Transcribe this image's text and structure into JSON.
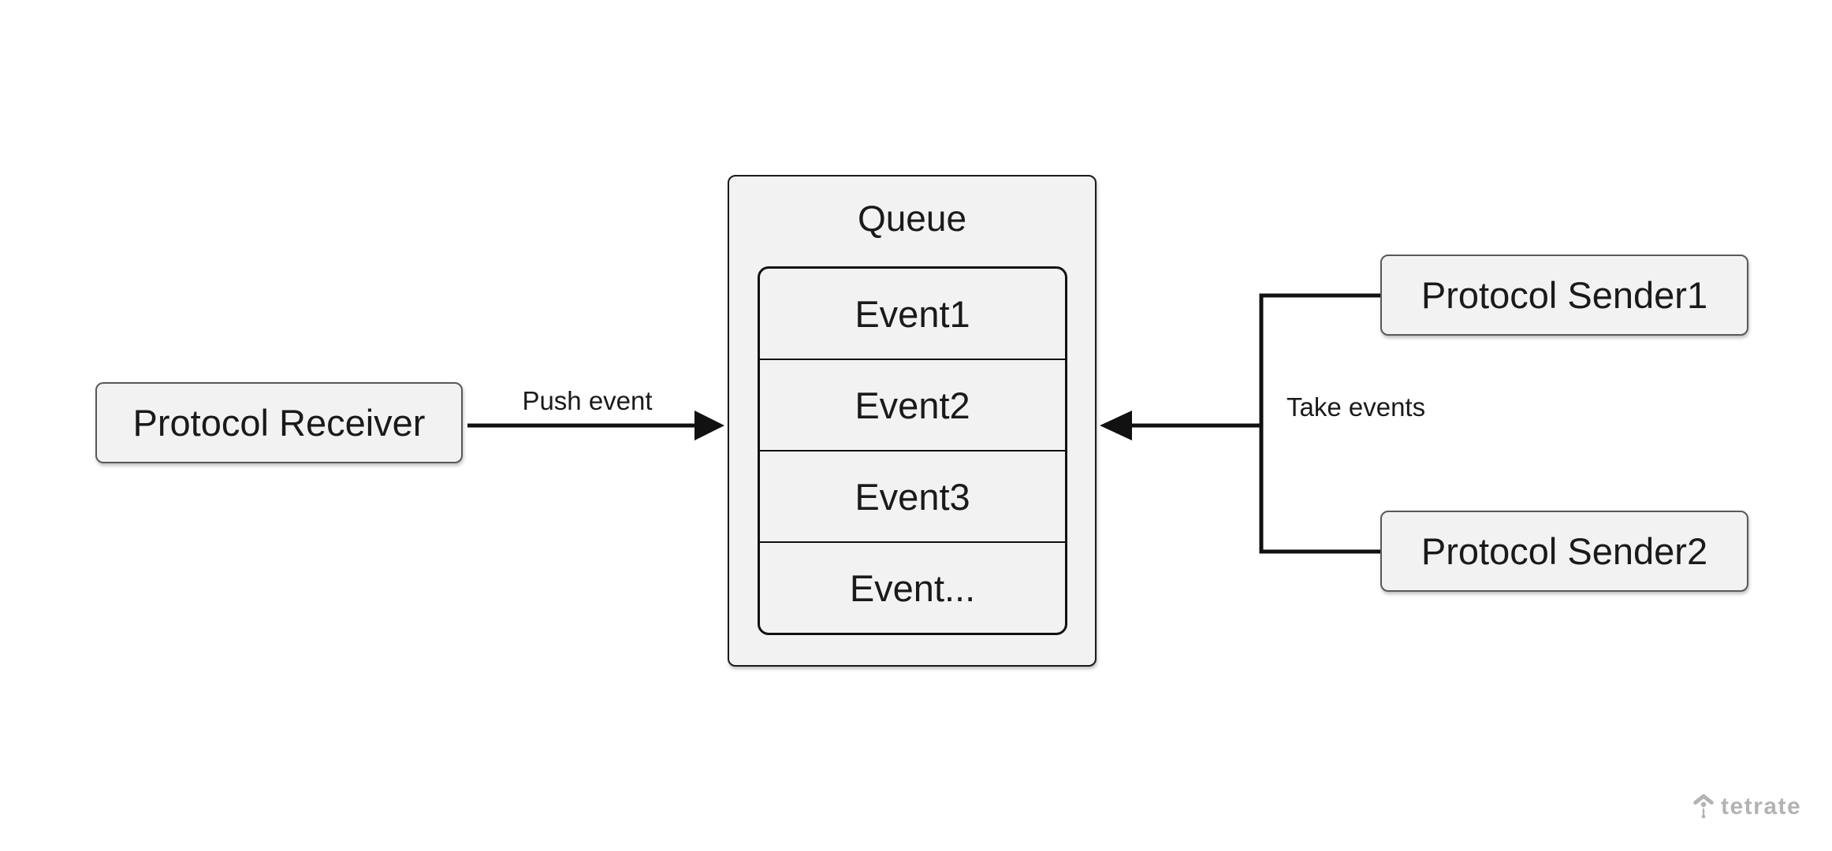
{
  "diagram": {
    "nodes": {
      "receiver": {
        "label": "Protocol Receiver"
      },
      "queue": {
        "title": "Queue",
        "events": [
          "Event1",
          "Event2",
          "Event3",
          "Event..."
        ]
      },
      "sender1": {
        "label": "Protocol Sender1"
      },
      "sender2": {
        "label": "Protocol Sender2"
      }
    },
    "edges": {
      "push_event": {
        "label": "Push event"
      },
      "take_events": {
        "label": "Take events"
      }
    },
    "colors": {
      "background": "#ffffff",
      "node_fill": "#f2f2f2",
      "node_border": "#595959",
      "queue_border": "#1a1a1a",
      "line": "#111111",
      "text": "#1a1a1a",
      "logo": "#b3b3b3"
    },
    "branding": {
      "logo_text": "tetrate"
    }
  }
}
